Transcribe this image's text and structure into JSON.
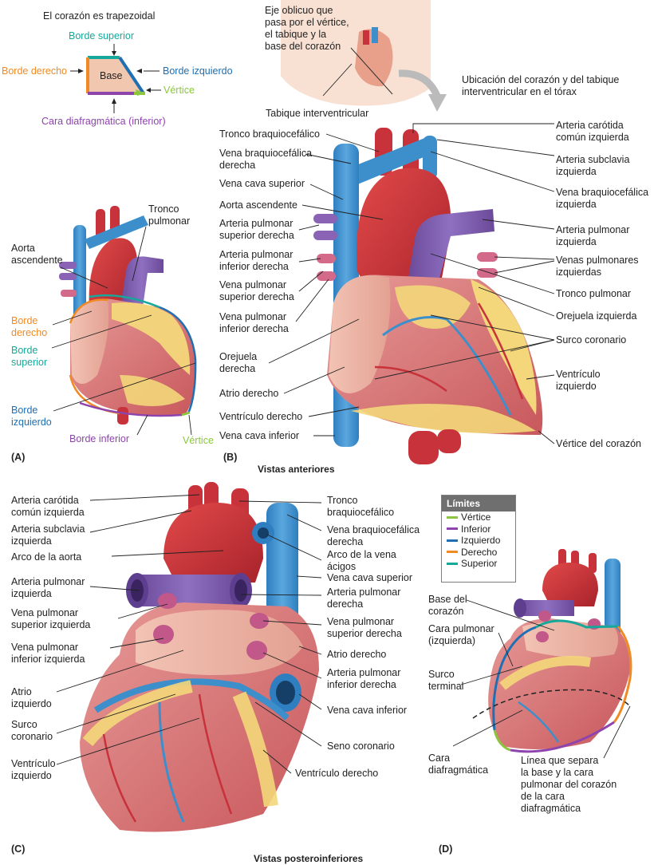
{
  "panel_a": {
    "top_title": "El corazón es trapezoidal",
    "trap_labels": {
      "borde_superior": "Borde superior",
      "borde_derecho": "Borde derecho",
      "base": "Base",
      "borde_izquierdo": "Borde izquierdo",
      "vertice": "Vértice",
      "cara_diafragmatica": "Cara diafragmática (inferior)"
    },
    "labels": {
      "tronco_pulmonar": [
        "Tronco",
        "pulmonar"
      ],
      "aorta_ascendente": [
        "Aorta",
        "ascendente"
      ],
      "borde_derecho": [
        "Borde",
        "derecho"
      ],
      "borde_superior": [
        "Borde",
        "superior"
      ],
      "borde_izquierdo": [
        "Borde",
        "izquierdo"
      ],
      "borde_inferior": "Borde inferior",
      "vertice": "Vértice"
    },
    "panel_letter": "(A)"
  },
  "panel_b": {
    "inset_text": [
      "Eje oblicuo que",
      "pasa por el vértice,",
      "el tabique y la",
      "base del corazón"
    ],
    "tabique": "Tabique interventricular",
    "ubicacion": [
      "Ubicación del corazón y del tabique",
      "interventricular en el tórax"
    ],
    "left": {
      "tronco_braquiocefalico": "Tronco braquiocefálico",
      "vena_braquiocefalica_derecha": [
        "Vena braquiocefálica",
        "derecha"
      ],
      "vena_cava_superior": "Vena cava superior",
      "aorta_ascendente": "Aorta ascendente",
      "arteria_pulmonar_superior_derecha": [
        "Arteria pulmonar",
        "superior derecha"
      ],
      "arteria_pulmonar_inferior_derecha": [
        "Arteria pulmonar",
        "inferior derecha"
      ],
      "vena_pulmonar_superior_derecha": [
        "Vena pulmonar",
        "superior derecha"
      ],
      "vena_pulmonar_inferior_derecha": [
        "Vena pulmonar",
        "inferior derecha"
      ],
      "orejuela_derecha": [
        "Orejuela",
        "derecha"
      ],
      "atrio_derecho": "Atrio derecho",
      "ventriculo_derecho": "Ventrículo derecho",
      "vena_cava_inferior": "Vena cava inferior"
    },
    "right": {
      "arteria_carotida": [
        "Arteria carótida",
        "común izquierda"
      ],
      "arteria_subclavia": [
        "Arteria subclavia",
        "izquierda"
      ],
      "vena_braquiocefalica_izquierda": [
        "Vena braquiocefálica",
        "izquierda"
      ],
      "arteria_pulmonar_izquierda": [
        "Arteria pulmonar",
        "izquierda"
      ],
      "venas_pulmonares_izquierdas": [
        "Venas pulmonares",
        "izquierdas"
      ],
      "tronco_pulmonar": "Tronco pulmonar",
      "orejuela_izquierda": "Orejuela izquierda",
      "surco_coronario": "Surco coronario",
      "ventriculo_izquierdo": [
        "Ventrículo",
        "izquierdo"
      ],
      "vertice_corazon": "Vértice del corazón"
    },
    "panel_letter": "(B)",
    "caption": "Vistas anteriores"
  },
  "panel_c": {
    "left": {
      "arteria_carotida": [
        "Arteria carótida",
        "común izquierda"
      ],
      "arteria_subclavia": [
        "Arteria subclavia",
        "izquierda"
      ],
      "arco_aorta": "Arco de la aorta",
      "arteria_pulmonar_izquierda": [
        "Arteria pulmonar",
        "izquierda"
      ],
      "vena_pulmonar_superior_izquierda": [
        "Vena pulmonar",
        "superior izquierda"
      ],
      "vena_pulmonar_inferior_izquierda": [
        "Vena pulmonar",
        "inferior izquierda"
      ],
      "atrio_izquierdo": [
        "Atrio",
        "izquierdo"
      ],
      "surco_coronario": [
        "Surco",
        "coronario"
      ],
      "ventriculo_izquierdo": [
        "Ventrículo",
        "izquierdo"
      ]
    },
    "right": {
      "tronco_braquiocefalico": [
        "Tronco",
        "braquiocefálico"
      ],
      "vena_braquiocefalica_derecha": [
        "Vena braquiocefálica",
        "derecha"
      ],
      "arco_vena_acigos": [
        "Arco de la vena",
        "ácigos"
      ],
      "vena_cava_superior": "Vena cava superior",
      "arteria_pulmonar_derecha": [
        "Arteria pulmonar",
        "derecha"
      ],
      "vena_pulmonar_superior_derecha": [
        "Vena pulmonar",
        "superior derecha"
      ],
      "atrio_derecho": "Atrio derecho",
      "arteria_pulmonar_inferior_derecha": [
        "Arteria pulmonar",
        "inferior derecha"
      ],
      "vena_cava_inferior": "Vena cava inferior",
      "seno_coronario": "Seno coronario",
      "ventriculo_derecho": "Ventrículo derecho"
    },
    "panel_letter": "(C)",
    "caption": "Vistas posteroinferiores"
  },
  "panel_d": {
    "legend": {
      "title": "Límites",
      "items": [
        {
          "label": "Vértice",
          "color": "#8cc63f"
        },
        {
          "label": "Inferior",
          "color": "#8e44ad"
        },
        {
          "label": "Izquierdo",
          "color": "#1f6fb2"
        },
        {
          "label": "Derecho",
          "color": "#f08a24"
        },
        {
          "label": "Superior",
          "color": "#16a89a"
        }
      ]
    },
    "labels": {
      "base_corazon": [
        "Base del",
        "corazón"
      ],
      "cara_pulmonar": [
        "Cara pulmonar",
        "(izquierda)"
      ],
      "surco_terminal": [
        "Surco",
        "terminal"
      ],
      "cara_diafragmatica": [
        "Cara",
        "diafragmática"
      ],
      "linea": [
        "Línea que separa",
        "la base y la cara",
        "pulmonar del corazón",
        "de la cara",
        "diafragmática"
      ]
    },
    "panel_letter": "(D)"
  },
  "colors": {
    "superior": "#16a89a",
    "derecho": "#f08a24",
    "izquierdo": "#1f6fb2",
    "inferior": "#8e44ad",
    "vertice": "#8cc63f",
    "artery": "#c8323a",
    "vein": "#3d8fcb",
    "pulmonary": "#7b5aa6",
    "fat": "#f3d77a",
    "muscle": "#d9787a"
  }
}
